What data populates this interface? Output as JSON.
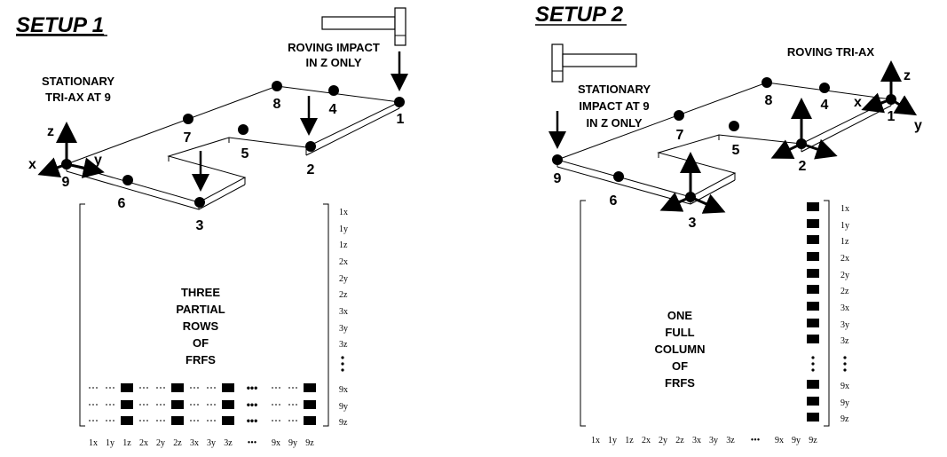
{
  "setup1": {
    "title": "SETUP 1",
    "label_roving": [
      "ROVING IMPACT",
      "IN Z ONLY"
    ],
    "label_stationary": [
      "STATIONARY",
      "TRI-AX AT 9"
    ],
    "points": [
      "1",
      "2",
      "3",
      "4",
      "5",
      "6",
      "7",
      "8",
      "9"
    ],
    "axes": {
      "z": "z",
      "x": "x",
      "y": "y"
    },
    "matrix_text": [
      "THREE",
      "PARTIAL",
      "ROWS",
      "OF",
      "FRFS"
    ],
    "row_labels": [
      "1x",
      "1y",
      "1z",
      "2x",
      "2y",
      "2z",
      "3x",
      "3y",
      "3z",
      "9x",
      "9y",
      "9z"
    ],
    "col_labels": [
      "1x",
      "1y",
      "1z",
      "2x",
      "2y",
      "2z",
      "3x",
      "3y",
      "3z",
      "9x",
      "9y",
      "9z"
    ],
    "ellipsis": "•••"
  },
  "setup2": {
    "title": "SETUP 2",
    "label_roving": [
      "ROVING TRI-AX"
    ],
    "label_stationary": [
      "STATIONARY",
      "IMPACT AT 9",
      "IN Z ONLY"
    ],
    "points": [
      "1",
      "2",
      "3",
      "4",
      "5",
      "6",
      "7",
      "8",
      "9"
    ],
    "axes": {
      "z": "z",
      "x": "x",
      "y": "y"
    },
    "matrix_text": [
      "ONE",
      "FULL",
      "COLUMN",
      "OF",
      "FRFS"
    ],
    "row_labels": [
      "1x",
      "1y",
      "1z",
      "2x",
      "2y",
      "2z",
      "3x",
      "3y",
      "3z",
      "9x",
      "9y",
      "9z"
    ],
    "col_labels": [
      "1x",
      "1y",
      "1z",
      "2x",
      "2y",
      "2z",
      "3x",
      "3y",
      "3z",
      "9x",
      "9y",
      "9z"
    ],
    "ellipsis": "•••"
  }
}
